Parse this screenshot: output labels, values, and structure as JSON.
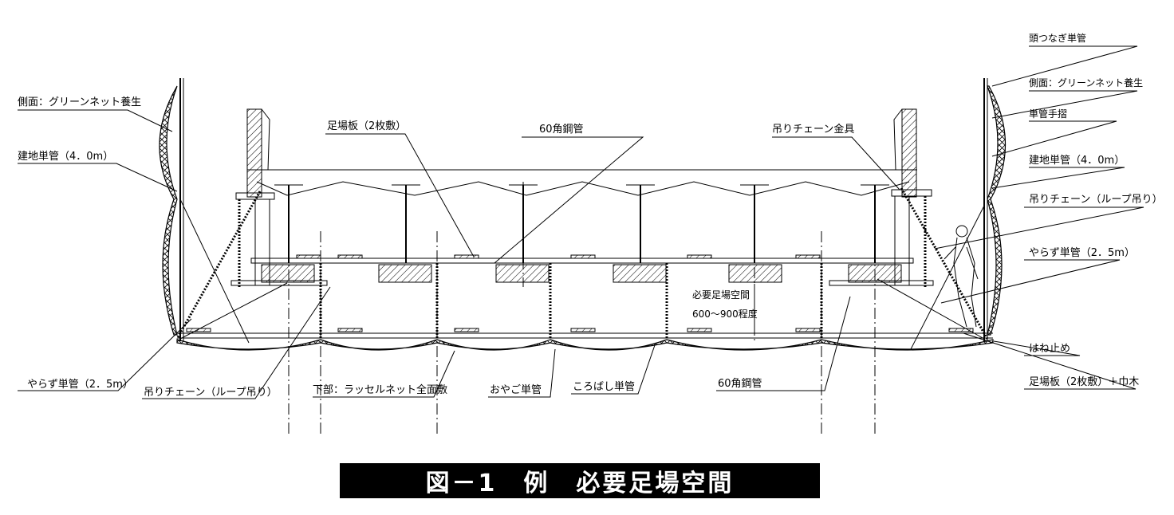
{
  "labels": {
    "side_net_left": "側面：グリーンネット養生",
    "tateji_left": "建地単管（4．0m）",
    "ashiba_top": "足場板（2枚敷）",
    "pipe60_top": "60角鋼管",
    "chain_fitting": "吊りチェーン金具",
    "atama_tsunagi": "頭つなぎ単管",
    "side_net_right": "側面：グリーンネット養生",
    "tankan_tesuri": "単管手摺",
    "tateji_right": "建地単管（4．0m）",
    "chain_right": "吊りチェーン（ループ吊り）",
    "yarazu_right": "やらず単管（2．5m）",
    "required_space": "必要足場空間",
    "required_range": "600～900程度",
    "yarazu_left": "やらず単管（2．5m）",
    "chain_left": "吊りチェーン（ループ吊り）",
    "lower_net": "下部：ラッセルネット全面敷",
    "oyako": "おやご単管",
    "korobashi": "ころばし単管",
    "pipe60_bottom": "60角鋼管",
    "hanadome": "はね止め",
    "ashiba_bottom": "足場板（2枚敷）＋巾木"
  },
  "figure_title": "図－1　例　必要足場空間"
}
